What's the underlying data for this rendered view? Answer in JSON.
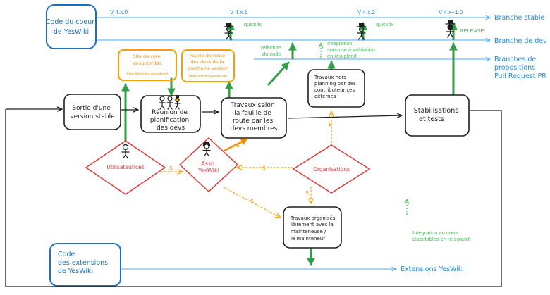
{
  "colors": {
    "blue": "#1971c2",
    "light_blue": "#4dabf7",
    "black": "#1e1e1e",
    "green": "#2f9e44",
    "light_green": "#40c057",
    "orange": "#f08c00",
    "orange_light": "#f59f00",
    "red": "#e03131"
  },
  "core": {
    "line1": "Code du coeur",
    "line2": "de YesWiki"
  },
  "extensions_box": {
    "line1": "Code",
    "line2": "des extensions",
    "line3": "de YesWiki"
  },
  "versions": {
    "v0": "V 4.x.0",
    "v1": "V 4.x.1",
    "v2": "V 4.x.2",
    "v3": "V 4.x+1.0"
  },
  "branch_labels": {
    "stable": "Branche stable",
    "dev": "Branche de dev",
    "proposals1": "Branches de",
    "proposals2": "propositions",
    "proposals3": "Pull Request PR",
    "extensions": "Extensions YesWiki"
  },
  "annotations": {
    "quickfix1": "quickfix",
    "quickfix2": "quickfix",
    "release": "RELEASE",
    "relecture1": "relecture",
    "relecture2": "du code",
    "integration1": "Intégration",
    "integration2": "soumise à validation",
    "integration3": "en réu planif.",
    "integ_core1": "Intégration au cœur",
    "integ_core2": "discutables en réu planif."
  },
  "nodes": {
    "sortie": [
      "Sortie d'une",
      "version stable"
    ],
    "reunion": [
      "Réunion de",
      "planification",
      "des devs"
    ],
    "travaux": [
      "Travaux selon",
      "la feuille de",
      "route par les",
      "devs membres"
    ],
    "hors_planning": [
      "Travaux hors",
      "planning par des",
      "contributeurices",
      "externes"
    ],
    "stabilisation": [
      "Stabilisations",
      "et tests"
    ],
    "organises": [
      "Travaux organisés",
      "librement avec la",
      "mainteneuse /",
      "le mainteneur"
    ]
  },
  "orange_boxes": {
    "vote": {
      "line1": "Site de vote",
      "line2": "des priorités",
      "url": "https://priorites.yeswiki.net"
    },
    "roadmap": {
      "line1": "Feuille de route",
      "line2": "des devs de la",
      "line3": "prochaine version",
      "url": "https://forum.yeswiki.net"
    }
  },
  "diamonds": {
    "users": "Utilisateurices",
    "asso1": "Asso",
    "asso2": "YesWiki",
    "orgs": "Organisations"
  },
  "dollar": "$"
}
